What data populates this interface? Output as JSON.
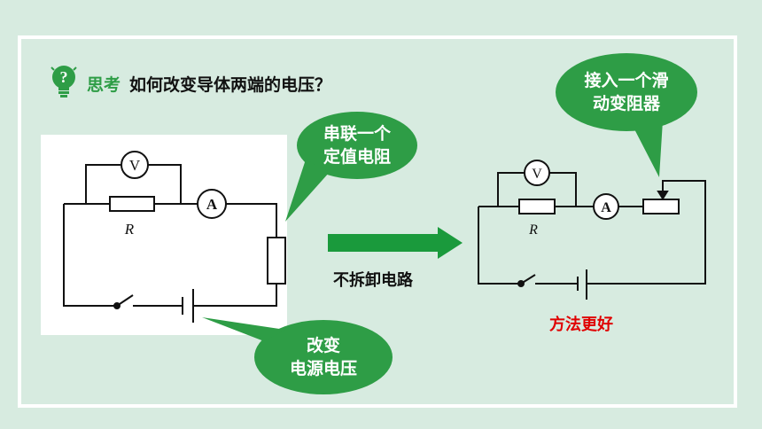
{
  "heading": {
    "label": "思考",
    "question": "如何改变导体两端的电压？"
  },
  "left_circuit": {
    "resistor_label": "R",
    "voltmeter_symbol": "V",
    "ammeter_symbol": "A"
  },
  "bubbles": {
    "series_resistor": [
      "串联一个",
      "定值电阻"
    ],
    "change_source": [
      "改变",
      "电源电压"
    ],
    "rheostat": [
      "接入一个滑",
      "动变阻器"
    ]
  },
  "arrow_label": "不拆卸电路",
  "right_circuit": {
    "resistor_label": "R",
    "voltmeter_symbol": "V",
    "ammeter_symbol": "A"
  },
  "conclusion": "方法更好",
  "colors": {
    "background": "#d7ebe0",
    "accent_green": "#2e9d46",
    "arrow_green": "#1a9a3c",
    "conclusion_red": "#e00000"
  },
  "icons": {
    "heading": "lightbulb-question-icon"
  }
}
